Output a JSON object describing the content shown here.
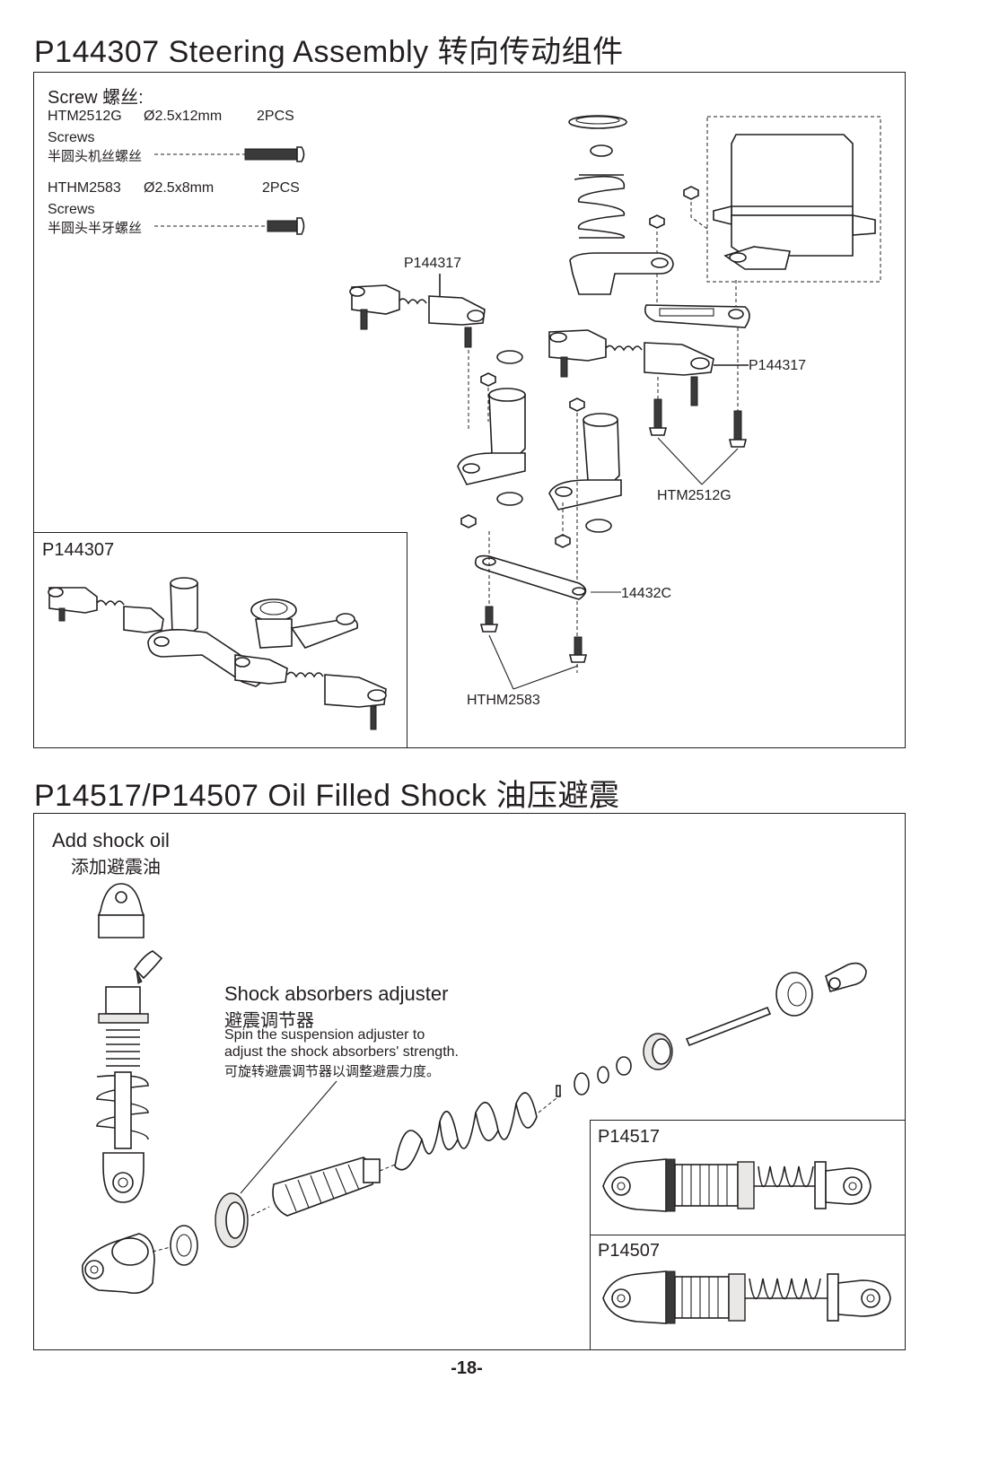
{
  "steering": {
    "title": "P144307 Steering Assembly 转向传动组件",
    "screw_heading": "Screw 螺丝:",
    "screws": [
      {
        "code": "HTM2512G",
        "size": "Ø2.5x12mm",
        "qty": "2PCS",
        "name_en": "Screws",
        "name_cn": "半圆头机丝螺丝"
      },
      {
        "code": "HTHM2583",
        "size": "Ø2.5x8mm",
        "qty": "2PCS",
        "name_en": "Screws",
        "name_cn": "半圆头半牙螺丝"
      }
    ],
    "callouts": {
      "tie_rod_left": "P144317",
      "tie_rod_right": "P144317",
      "screw_top": "HTM2512G",
      "link_plate": "14432C",
      "screw_bottom": "HTHM2583"
    },
    "inset_label": "P144307"
  },
  "shock": {
    "title": "P14517/P14507 Oil Filled Shock 油压避震",
    "add_oil_en": "Add shock oil",
    "add_oil_cn": "添加避震油",
    "adjuster_title_en": "Shock absorbers adjuster",
    "adjuster_title_cn": "避震调节器",
    "adjuster_desc_1": "Spin the suspension adjuster to",
    "adjuster_desc_2": "adjust the shock absorbers' strength.",
    "adjuster_desc_cn": "可旋转避震调节器以调整避震力度。",
    "variant_a": "P14517",
    "variant_b": "P14507"
  },
  "page_number": "-18-"
}
